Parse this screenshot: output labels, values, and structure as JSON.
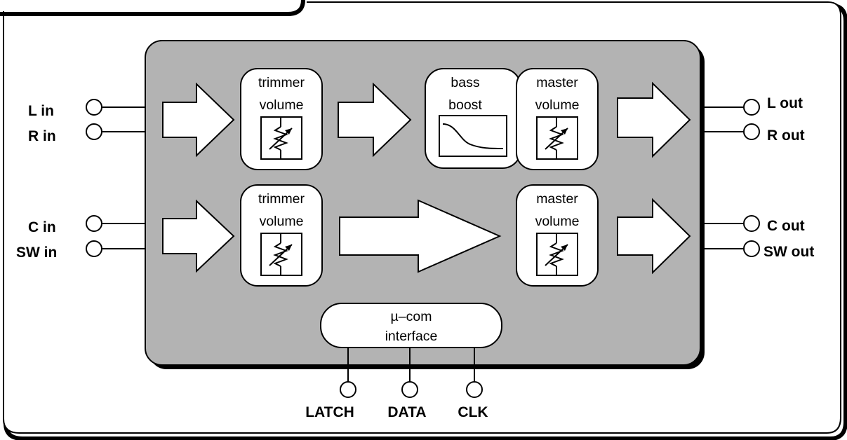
{
  "inputs": {
    "l_in": "L in",
    "r_in": "R in",
    "c_in": "C in",
    "sw_in": "SW in"
  },
  "outputs": {
    "l_out": "L out",
    "r_out": "R out",
    "c_out": "C out",
    "sw_out": "SW out"
  },
  "blocks": {
    "trimmer_top": {
      "line1": "trimmer",
      "line2": "volume"
    },
    "bass_boost": {
      "line1": "bass",
      "line2": "boost"
    },
    "master_top": {
      "line1": "master",
      "line2": "volume"
    },
    "trimmer_bottom": {
      "line1": "trimmer",
      "line2": "volume"
    },
    "master_bottom": {
      "line1": "master",
      "line2": "volume"
    },
    "ucom": {
      "line1": "µ–com",
      "line2": "interface"
    }
  },
  "control_pins": {
    "latch": "LATCH",
    "data": "DATA",
    "clk": "CLK"
  },
  "colors": {
    "chip_fill": "#b3b3b3",
    "outline": "#000000",
    "background": "#ffffff"
  }
}
